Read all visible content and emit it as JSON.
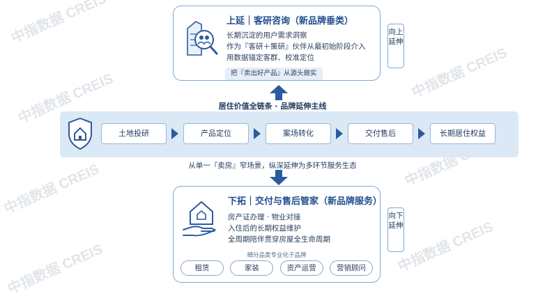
{
  "watermark": "中指数据 CREIS",
  "top_panel": {
    "title": "上延｜客研咨询（新品牌垂类）",
    "lines": [
      "长期沉淀的用户需求洞察",
      "作为『客研＋策研』伙伴从最初始阶段介入",
      "用数据锚定客群、校准定位"
    ],
    "note": "把『卖出好产品』从源头做实",
    "side_tag": "向上延伸",
    "icon": "research-magnifier-icon"
  },
  "mainline_label": "居住价值全链条 · 品牌延伸主线",
  "chain": {
    "icon": "shield-home-icon",
    "steps": [
      "土地投研",
      "产品定位",
      "案场转化",
      "交付售后",
      "长期居住权益"
    ]
  },
  "extend_label": "从单一『卖房』窄场景，纵深延伸为多环节服务生态",
  "bottom_panel": {
    "title": "下拓｜交付与售后管家（新品牌服务）",
    "lines": [
      "房产证办理 · 物业对接",
      "入住后的长期权益维护",
      "全周期陪伴贯穿房屋全生命周期"
    ],
    "sub_caption": "细分品类专业化子品牌",
    "tags": [
      "租赁",
      "家装",
      "资产运营",
      "营销顾问"
    ],
    "side_tag": "向下延伸",
    "icon": "hand-home-icon"
  },
  "colors": {
    "accent": "#2c5aa0",
    "band": "#dbe8f6",
    "border": "#7fa8d4"
  }
}
